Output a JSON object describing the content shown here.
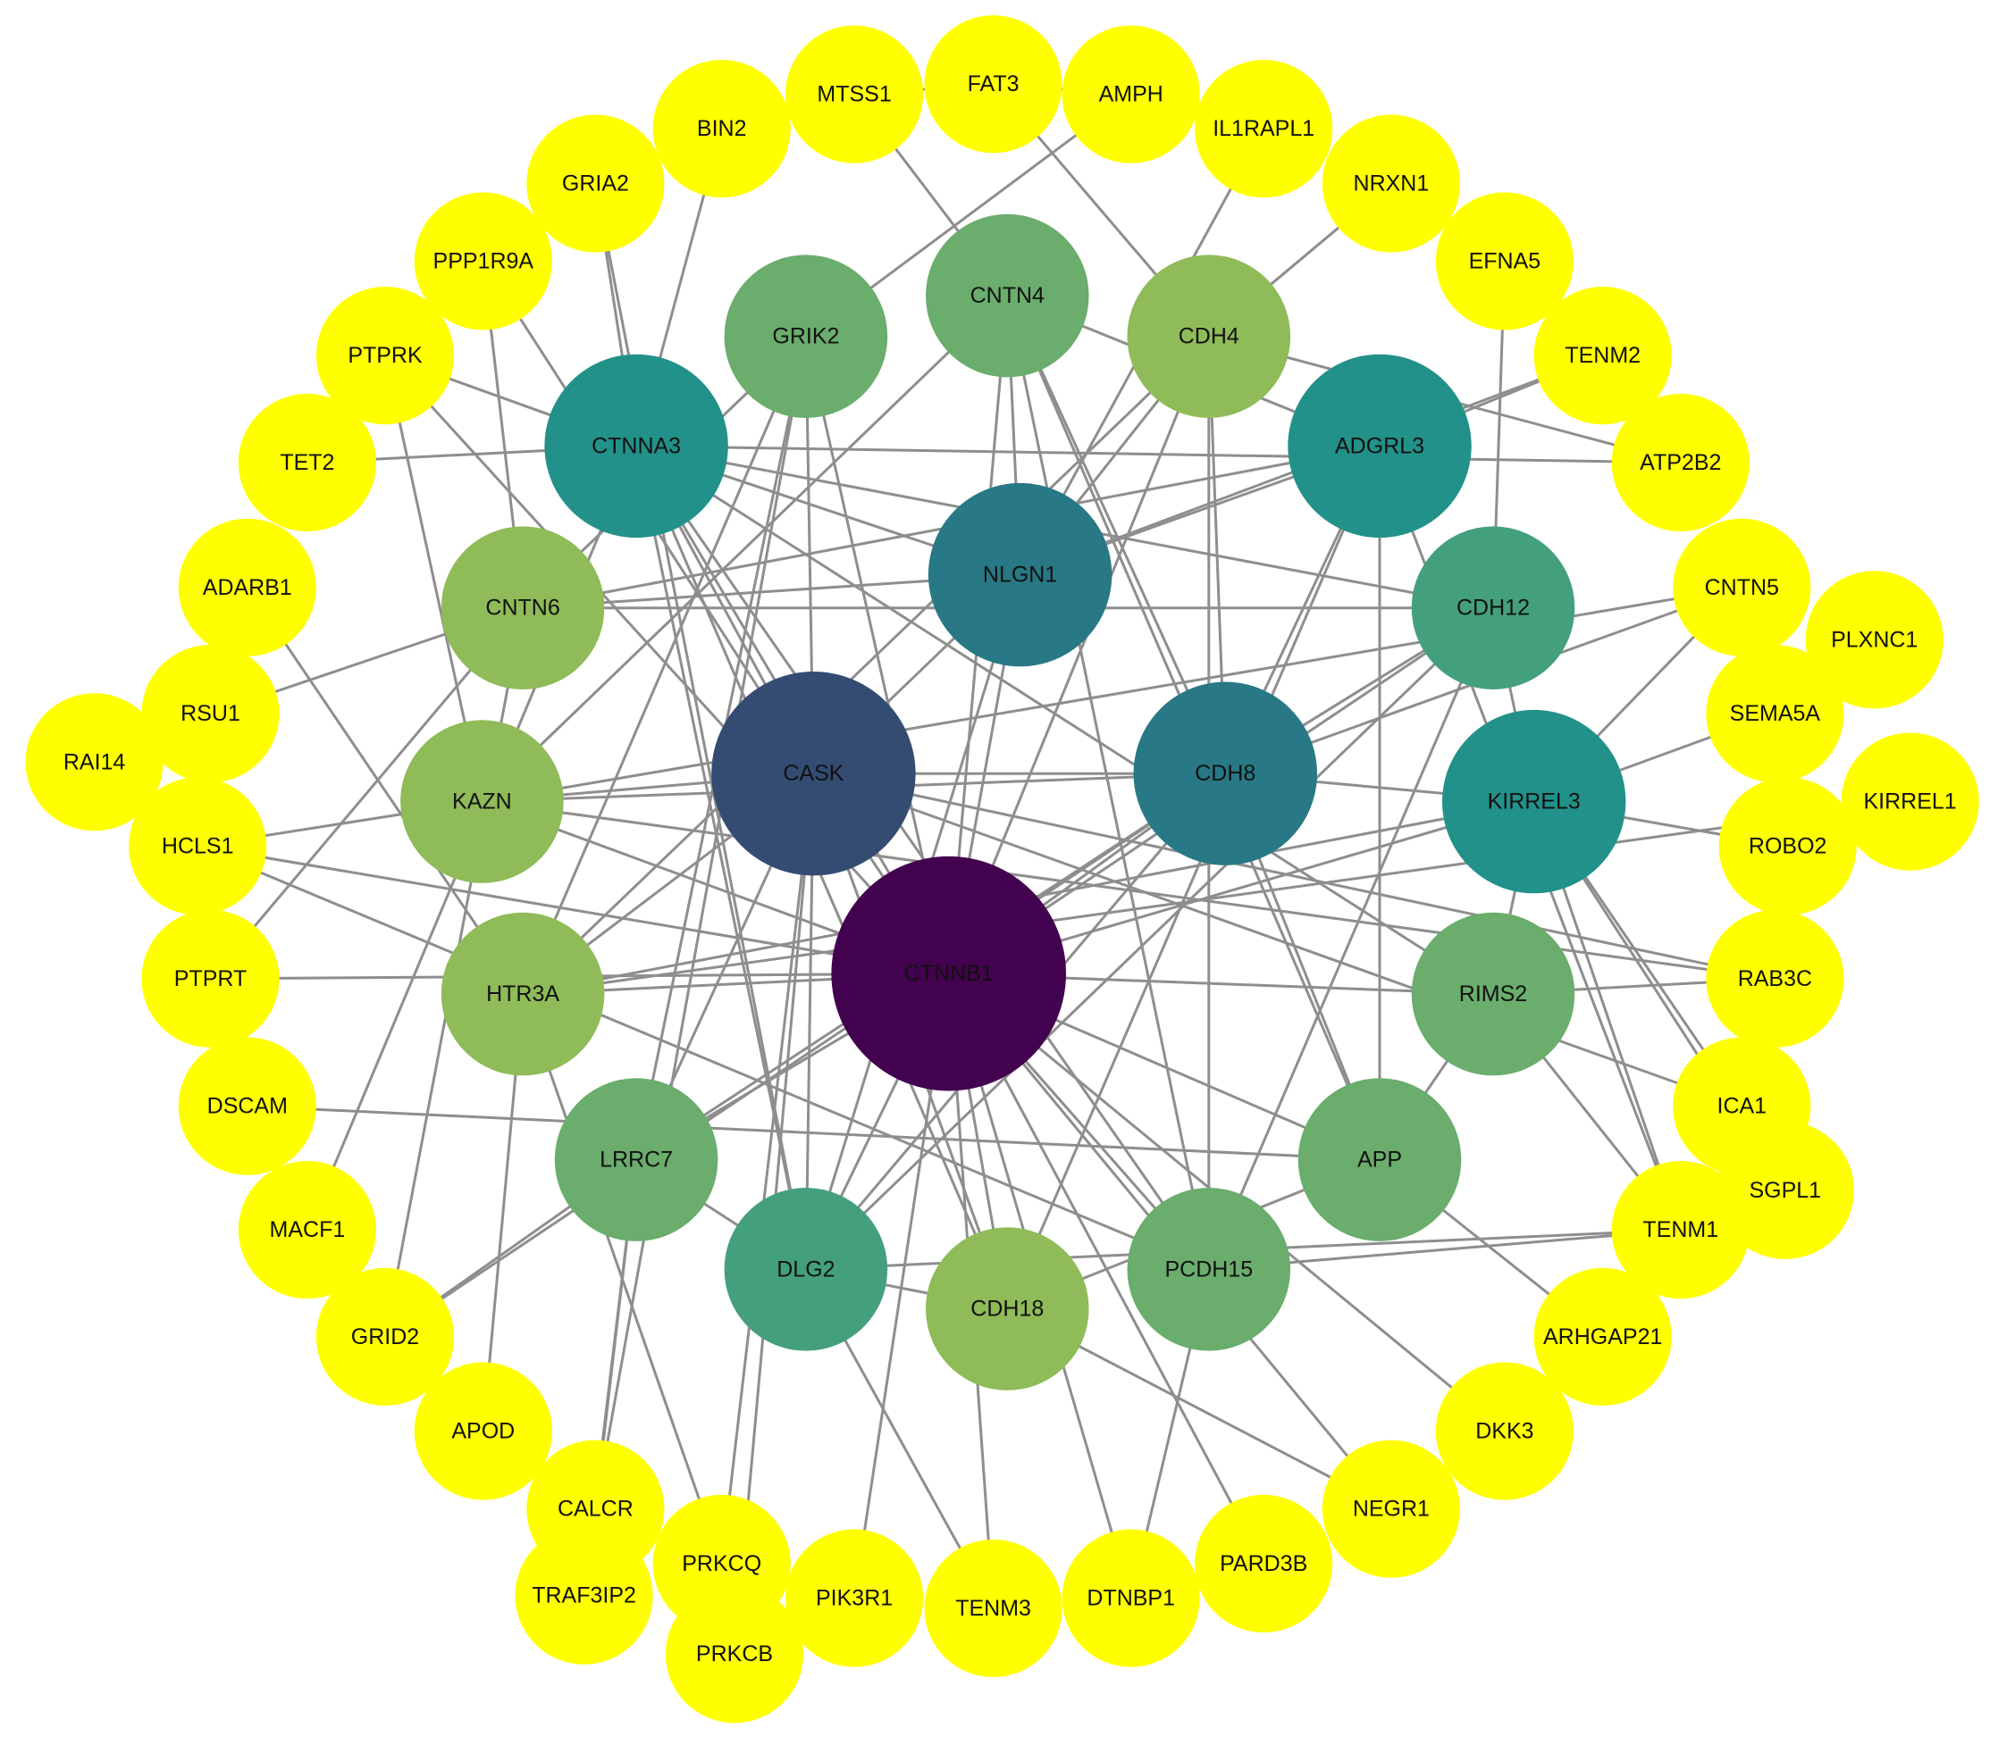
{
  "colors": {
    "outer": "#ffff00",
    "light_green": "#8fbb58",
    "green": "#6aad6c",
    "mid_green": "#44a07c",
    "teal": "#229189",
    "dark_teal": "#287885",
    "navy": "#344c72",
    "purple": "#43024f",
    "edge": "#8e8e8e"
  },
  "nodes": [
    {
      "id": "CTNNB1",
      "label": "CTNNB1",
      "color": "purple",
      "tier": "hub"
    },
    {
      "id": "CASK",
      "label": "CASK",
      "color": "navy",
      "tier": "hub"
    },
    {
      "id": "NLGN1",
      "label": "NLGN1",
      "color": "dark_teal",
      "tier": "inner"
    },
    {
      "id": "CDH8",
      "label": "CDH8",
      "color": "dark_teal",
      "tier": "inner"
    },
    {
      "id": "CTNNA3",
      "label": "CTNNA3",
      "color": "teal",
      "tier": "inner"
    },
    {
      "id": "ADGRL3",
      "label": "ADGRL3",
      "color": "teal",
      "tier": "inner"
    },
    {
      "id": "KIRREL3",
      "label": "KIRREL3",
      "color": "teal",
      "tier": "inner"
    },
    {
      "id": "CDH12",
      "label": "CDH12",
      "color": "mid_green",
      "tier": "inner"
    },
    {
      "id": "DLG2",
      "label": "DLG2",
      "color": "mid_green",
      "tier": "inner"
    },
    {
      "id": "GRIK2",
      "label": "GRIK2",
      "color": "green",
      "tier": "inner"
    },
    {
      "id": "CNTN4",
      "label": "CNTN4",
      "color": "green",
      "tier": "inner"
    },
    {
      "id": "RIMS2",
      "label": "RIMS2",
      "color": "green",
      "tier": "inner"
    },
    {
      "id": "APP",
      "label": "APP",
      "color": "green",
      "tier": "inner"
    },
    {
      "id": "PCDH15",
      "label": "PCDH15",
      "color": "green",
      "tier": "inner"
    },
    {
      "id": "LRRC7",
      "label": "LRRC7",
      "color": "green",
      "tier": "inner"
    },
    {
      "id": "CDH4",
      "label": "CDH4",
      "color": "light_green",
      "tier": "inner"
    },
    {
      "id": "CNTN6",
      "label": "CNTN6",
      "color": "light_green",
      "tier": "inner"
    },
    {
      "id": "KAZN",
      "label": "KAZN",
      "color": "light_green",
      "tier": "inner"
    },
    {
      "id": "HTR3A",
      "label": "HTR3A",
      "color": "light_green",
      "tier": "inner"
    },
    {
      "id": "CDH18",
      "label": "CDH18",
      "color": "light_green",
      "tier": "inner"
    },
    {
      "id": "MTSS1",
      "label": "MTSS1",
      "color": "outer",
      "tier": "outer"
    },
    {
      "id": "FAT3",
      "label": "FAT3",
      "color": "outer",
      "tier": "outer"
    },
    {
      "id": "AMPH",
      "label": "AMPH",
      "color": "outer",
      "tier": "outer"
    },
    {
      "id": "BIN2",
      "label": "BIN2",
      "color": "outer",
      "tier": "outer"
    },
    {
      "id": "IL1RAPL1",
      "label": "IL1RAPL1",
      "color": "outer",
      "tier": "outer"
    },
    {
      "id": "GRIA2",
      "label": "GRIA2",
      "color": "outer",
      "tier": "outer"
    },
    {
      "id": "NRXN1",
      "label": "NRXN1",
      "color": "outer",
      "tier": "outer"
    },
    {
      "id": "PPP1R9A",
      "label": "PPP1R9A",
      "color": "outer",
      "tier": "outer"
    },
    {
      "id": "EFNA5",
      "label": "EFNA5",
      "color": "outer",
      "tier": "outer"
    },
    {
      "id": "PTPRK",
      "label": "PTPRK",
      "color": "outer",
      "tier": "outer"
    },
    {
      "id": "TENM2",
      "label": "TENM2",
      "color": "outer",
      "tier": "outer"
    },
    {
      "id": "TET2",
      "label": "TET2",
      "color": "outer",
      "tier": "outer"
    },
    {
      "id": "ATP2B2",
      "label": "ATP2B2",
      "color": "outer",
      "tier": "outer"
    },
    {
      "id": "ADARB1",
      "label": "ADARB1",
      "color": "outer",
      "tier": "outer"
    },
    {
      "id": "CNTN5",
      "label": "CNTN5",
      "color": "outer",
      "tier": "outer"
    },
    {
      "id": "PLXNC1",
      "label": "PLXNC1",
      "color": "outer",
      "tier": "outer"
    },
    {
      "id": "RSU1",
      "label": "RSU1",
      "color": "outer",
      "tier": "outer"
    },
    {
      "id": "SEMA5A",
      "label": "SEMA5A",
      "color": "outer",
      "tier": "outer"
    },
    {
      "id": "RAI14",
      "label": "RAI14",
      "color": "outer",
      "tier": "outer"
    },
    {
      "id": "KIRREL1",
      "label": "KIRREL1",
      "color": "outer",
      "tier": "outer"
    },
    {
      "id": "HCLS1",
      "label": "HCLS1",
      "color": "outer",
      "tier": "outer"
    },
    {
      "id": "ROBO2",
      "label": "ROBO2",
      "color": "outer",
      "tier": "outer"
    },
    {
      "id": "PTPRT",
      "label": "PTPRT",
      "color": "outer",
      "tier": "outer"
    },
    {
      "id": "RAB3C",
      "label": "RAB3C",
      "color": "outer",
      "tier": "outer"
    },
    {
      "id": "DSCAM",
      "label": "DSCAM",
      "color": "outer",
      "tier": "outer"
    },
    {
      "id": "ICA1",
      "label": "ICA1",
      "color": "outer",
      "tier": "outer"
    },
    {
      "id": "SGPL1",
      "label": "SGPL1",
      "color": "outer",
      "tier": "outer"
    },
    {
      "id": "MACF1",
      "label": "MACF1",
      "color": "outer",
      "tier": "outer"
    },
    {
      "id": "TENM1",
      "label": "TENM1",
      "color": "outer",
      "tier": "outer"
    },
    {
      "id": "GRID2",
      "label": "GRID2",
      "color": "outer",
      "tier": "outer"
    },
    {
      "id": "ARHGAP21",
      "label": "ARHGAP21",
      "color": "outer",
      "tier": "outer"
    },
    {
      "id": "APOD",
      "label": "APOD",
      "color": "outer",
      "tier": "outer"
    },
    {
      "id": "DKK3",
      "label": "DKK3",
      "color": "outer",
      "tier": "outer"
    },
    {
      "id": "CALCR",
      "label": "CALCR",
      "color": "outer",
      "tier": "outer"
    },
    {
      "id": "NEGR1",
      "label": "NEGR1",
      "color": "outer",
      "tier": "outer"
    },
    {
      "id": "TRAF3IP2",
      "label": "TRAF3IP2",
      "color": "outer",
      "tier": "outer"
    },
    {
      "id": "PRKCQ",
      "label": "PRKCQ",
      "color": "outer",
      "tier": "outer"
    },
    {
      "id": "PIK3R1",
      "label": "PIK3R1",
      "color": "outer",
      "tier": "outer"
    },
    {
      "id": "TENM3",
      "label": "TENM3",
      "color": "outer",
      "tier": "outer"
    },
    {
      "id": "DTNBP1",
      "label": "DTNBP1",
      "color": "outer",
      "tier": "outer"
    },
    {
      "id": "PARD3B",
      "label": "PARD3B",
      "color": "outer",
      "tier": "outer"
    },
    {
      "id": "PRKCB",
      "label": "PRKCB",
      "color": "outer",
      "tier": "outer"
    }
  ],
  "edges": [
    [
      "CTNNB1",
      "CASK"
    ],
    [
      "CTNNB1",
      "NLGN1"
    ],
    [
      "CTNNB1",
      "CDH8"
    ],
    [
      "CTNNB1",
      "CTNNA3"
    ],
    [
      "CTNNB1",
      "CDH12"
    ],
    [
      "CTNNB1",
      "PCDH15"
    ],
    [
      "CTNNB1",
      "APP"
    ],
    [
      "CTNNB1",
      "CDH18"
    ],
    [
      "CTNNB1",
      "DLG2"
    ],
    [
      "CTNNB1",
      "KAZN"
    ],
    [
      "CTNNB1",
      "RIMS2"
    ],
    [
      "CTNNB1",
      "LRRC7"
    ],
    [
      "CTNNB1",
      "CDH4"
    ],
    [
      "CTNNB1",
      "CNTN4"
    ],
    [
      "CTNNB1",
      "KIRREL3"
    ],
    [
      "CTNNB1",
      "PTPRT"
    ],
    [
      "CTNNB1",
      "HCLS1"
    ],
    [
      "CTNNB1",
      "TENM3"
    ],
    [
      "CTNNB1",
      "PIK3R1"
    ],
    [
      "CTNNB1",
      "DTNBP1"
    ],
    [
      "CTNNB1",
      "NEGR1"
    ],
    [
      "CTNNB1",
      "PARD3B"
    ],
    [
      "CTNNB1",
      "DKK3"
    ],
    [
      "CTNNB1",
      "PTPRK"
    ],
    [
      "CTNNB1",
      "GRIK2"
    ],
    [
      "CTNNB1",
      "HTR3A"
    ],
    [
      "CASK",
      "NLGN1"
    ],
    [
      "CASK",
      "CTNNA3"
    ],
    [
      "CASK",
      "GRIK2"
    ],
    [
      "CASK",
      "DLG2"
    ],
    [
      "CASK",
      "KAZN"
    ],
    [
      "CASK",
      "HTR3A"
    ],
    [
      "CASK",
      "CDH8"
    ],
    [
      "CASK",
      "LRRC7"
    ],
    [
      "CASK",
      "PRKCQ"
    ],
    [
      "CASK",
      "PRKCB"
    ],
    [
      "CASK",
      "RAB3C"
    ],
    [
      "CASK",
      "ICA1"
    ],
    [
      "CASK",
      "CDH18"
    ],
    [
      "CASK",
      "PPP1R9A"
    ],
    [
      "NLGN1",
      "CNTN4"
    ],
    [
      "NLGN1",
      "CTNNA3"
    ],
    [
      "NLGN1",
      "ADGRL3"
    ],
    [
      "NLGN1",
      "CNTN6"
    ],
    [
      "NLGN1",
      "CDH4"
    ],
    [
      "NLGN1",
      "IL1RAPL1"
    ],
    [
      "NLGN1",
      "DLG2"
    ],
    [
      "NLGN1",
      "TENM2"
    ],
    [
      "CDH8",
      "CDH12"
    ],
    [
      "CDH8",
      "ADGRL3"
    ],
    [
      "CDH8",
      "KIRREL3"
    ],
    [
      "CDH8",
      "CDH4"
    ],
    [
      "CDH8",
      "KAZN"
    ],
    [
      "CDH8",
      "CNTN4"
    ],
    [
      "CDH8",
      "LRRC7"
    ],
    [
      "CDH8",
      "GRID2"
    ],
    [
      "CDH8",
      "DLG2"
    ],
    [
      "CDH8",
      "APP"
    ],
    [
      "CDH8",
      "CNTN5"
    ],
    [
      "CTNNA3",
      "CDH12"
    ],
    [
      "CTNNA3",
      "GRIA2"
    ],
    [
      "CTNNA3",
      "BIN2"
    ],
    [
      "CTNNA3",
      "PTPRK"
    ],
    [
      "CTNNA3",
      "DLG2"
    ],
    [
      "CTNNA3",
      "PCDH15"
    ],
    [
      "CTNNA3",
      "CDH18"
    ],
    [
      "CTNNA3",
      "ATP2B2"
    ],
    [
      "CTNNA3",
      "RIMS2"
    ],
    [
      "ADGRL3",
      "TENM2"
    ],
    [
      "ADGRL3",
      "CNTN6"
    ],
    [
      "ADGRL3",
      "APP"
    ],
    [
      "ADGRL3",
      "TENM1"
    ],
    [
      "ADGRL3",
      "CDH18"
    ],
    [
      "ADGRL3",
      "CNTN4"
    ],
    [
      "KIRREL3",
      "CNTN5"
    ],
    [
      "KIRREL3",
      "SEMA5A"
    ],
    [
      "KIRREL3",
      "ROBO2"
    ],
    [
      "KIRREL3",
      "HTR3A"
    ],
    [
      "KIRREL3",
      "RIMS2"
    ],
    [
      "KIRREL3",
      "CDH12"
    ],
    [
      "KIRREL3",
      "TENM1"
    ],
    [
      "CDH12",
      "CNTN6"
    ],
    [
      "CDH12",
      "DLG2"
    ],
    [
      "CDH12",
      "EFNA5"
    ],
    [
      "CDH12",
      "PCDH15"
    ],
    [
      "GRIK2",
      "AMPH"
    ],
    [
      "GRIK2",
      "HTR3A"
    ],
    [
      "GRIK2",
      "LRRC7"
    ],
    [
      "GRIK2",
      "CNTN6"
    ],
    [
      "GRIK2",
      "CALCR"
    ],
    [
      "CNTN4",
      "MTSS1"
    ],
    [
      "CNTN4",
      "PCDH15"
    ],
    [
      "CNTN4",
      "KAZN"
    ],
    [
      "CNTN4",
      "APP"
    ],
    [
      "CDH4",
      "NRXN1"
    ],
    [
      "CDH4",
      "FAT3"
    ],
    [
      "CDH4",
      "ATP2B2"
    ],
    [
      "CDH4",
      "HTR3A"
    ],
    [
      "CDH4",
      "PCDH15"
    ],
    [
      "CNTN6",
      "RSU1"
    ],
    [
      "CNTN6",
      "GRID2"
    ],
    [
      "CNTN6",
      "PPP1R9A"
    ],
    [
      "CNTN6",
      "PTPRT"
    ],
    [
      "KAZN",
      "HCLS1"
    ],
    [
      "KAZN",
      "RAB3C"
    ],
    [
      "KAZN",
      "CNTN5"
    ],
    [
      "HTR3A",
      "ADARB1"
    ],
    [
      "HTR3A",
      "PRKCQ"
    ],
    [
      "HTR3A",
      "KIRREL1"
    ],
    [
      "RIMS2",
      "RAB3C"
    ],
    [
      "RIMS2",
      "APP"
    ],
    [
      "RIMS2",
      "TENM1"
    ],
    [
      "APP",
      "ARHGAP21"
    ],
    [
      "APP",
      "DSCAM"
    ],
    [
      "PCDH15",
      "TENM1"
    ],
    [
      "PCDH15",
      "DTNBP1"
    ],
    [
      "PCDH15",
      "HCLS1"
    ],
    [
      "LRRC7",
      "GRID2"
    ],
    [
      "LRRC7",
      "DLG2"
    ],
    [
      "LRRC7",
      "CALCR"
    ],
    [
      "DLG2",
      "TENM3"
    ],
    [
      "DLG2",
      "CDH18"
    ],
    [
      "DLG2",
      "TENM1"
    ],
    [
      "DLG2",
      "GRIA2"
    ],
    [
      "CDH18",
      "NEGR1"
    ],
    [
      "CDH18",
      "APP"
    ],
    [
      "MTSS1",
      "BIN2"
    ],
    [
      "MTSS1",
      "FAT3"
    ],
    [
      "FAT3",
      "AMPH"
    ],
    [
      "PLXNC1",
      "SEMA5A"
    ],
    [
      "RAI14",
      "RSU1"
    ],
    [
      "PRKCQ",
      "PRKCB"
    ],
    [
      "SGPL1",
      "KIRREL3"
    ],
    [
      "TRAF3IP2",
      "LRRC7"
    ],
    [
      "MACF1",
      "CTNNA3"
    ],
    [
      "APOD",
      "HTR3A"
    ],
    [
      "PTPRK",
      "KAZN"
    ],
    [
      "TET2",
      "CTNNA3"
    ],
    [
      "ICA1",
      "KIRREL3"
    ]
  ]
}
